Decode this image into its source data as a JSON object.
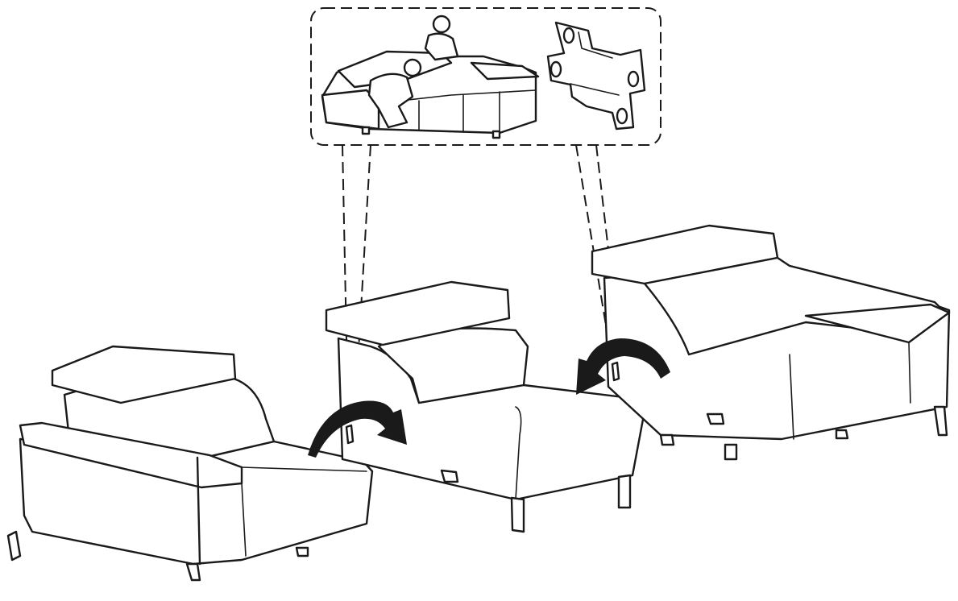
{
  "figure": {
    "subject": "sectional-sofa-assembly",
    "modules": [
      "left-armrest-module",
      "middle-seat-module",
      "right-chaise-module"
    ],
    "inset_contents": [
      "two-people-assembling-sofa",
      "connector-bracket"
    ],
    "colors": {
      "line": "#1a1a1a",
      "background": "#ffffff",
      "arrow": "#1a1a1a"
    }
  }
}
